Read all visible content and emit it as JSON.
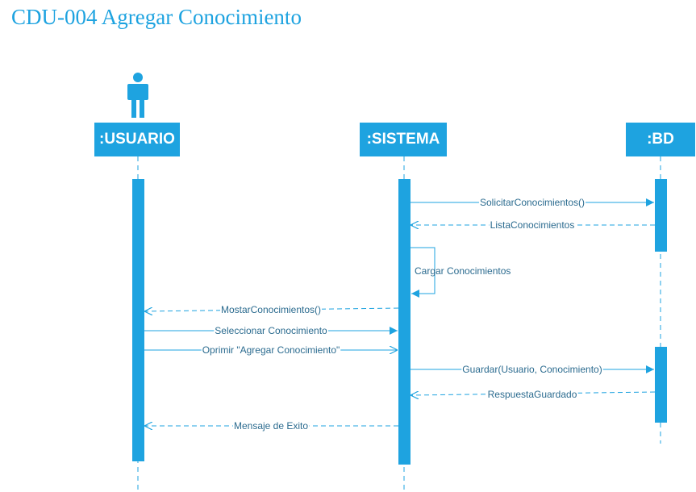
{
  "title": "CDU-004 Agregar Conocimiento",
  "colors": {
    "primary": "#1ea3e0",
    "line": "#1ea3e0",
    "label": "#2b6b8f"
  },
  "actor": {
    "icon": "person-icon"
  },
  "lifelines": [
    {
      "id": "usuario",
      "label": ":USUARIO"
    },
    {
      "id": "sistema",
      "label": ":SISTEMA"
    },
    {
      "id": "bd",
      "label": ":BD"
    }
  ],
  "messages": [
    {
      "id": "m1",
      "label": "SolicitarConocimientos()",
      "from": "sistema",
      "to": "bd",
      "kind": "sync"
    },
    {
      "id": "m2",
      "label": "ListaConocimientos",
      "from": "bd",
      "to": "sistema",
      "kind": "return"
    },
    {
      "id": "m3",
      "label": "Cargar Conocimientos",
      "from": "sistema",
      "to": "sistema",
      "kind": "self"
    },
    {
      "id": "m4",
      "label": "MostarConocimientos()",
      "from": "sistema",
      "to": "usuario",
      "kind": "return"
    },
    {
      "id": "m5",
      "label": "Seleccionar Conocimiento",
      "from": "usuario",
      "to": "sistema",
      "kind": "sync"
    },
    {
      "id": "m6",
      "label": "Oprimir \"Agregar Conocimiento\"",
      "from": "usuario",
      "to": "sistema",
      "kind": "async"
    },
    {
      "id": "m7",
      "label": "Guardar(Usuario, Conocimiento)",
      "from": "sistema",
      "to": "bd",
      "kind": "sync"
    },
    {
      "id": "m8",
      "label": "RespuestaGuardado",
      "from": "bd",
      "to": "sistema",
      "kind": "return"
    },
    {
      "id": "m9",
      "label": "Mensaje de Exito",
      "from": "sistema",
      "to": "usuario",
      "kind": "return"
    }
  ]
}
